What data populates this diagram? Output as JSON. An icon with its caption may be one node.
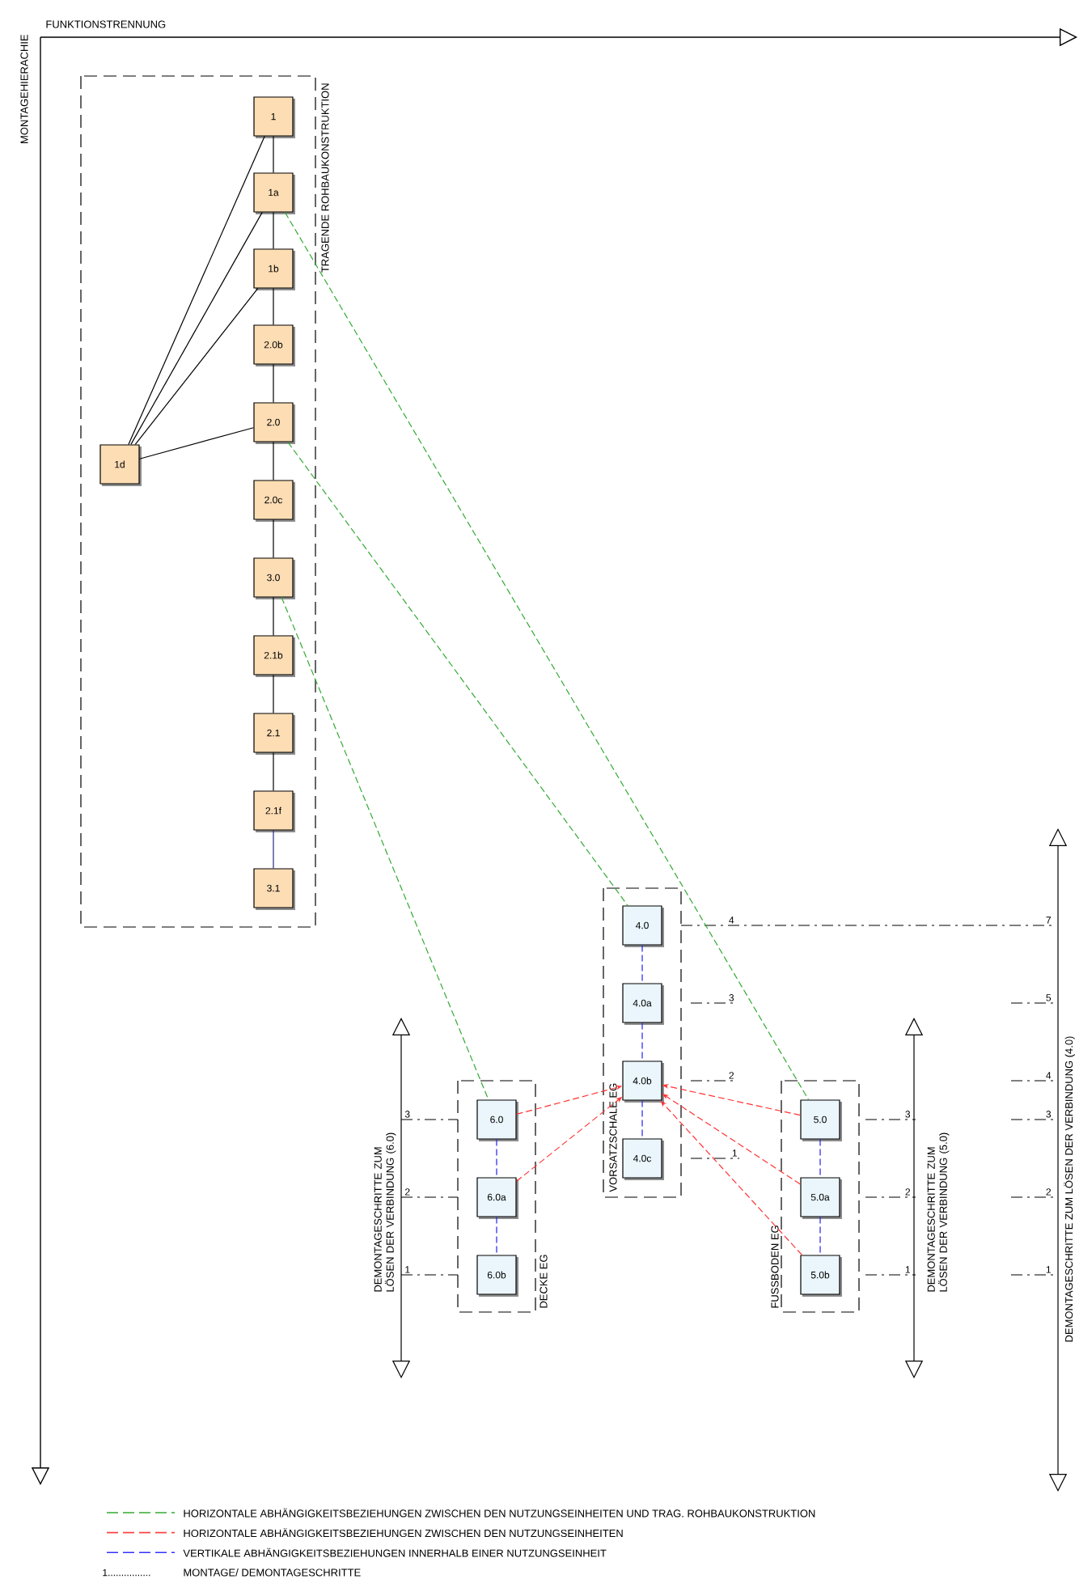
{
  "diagram": {
    "nodes": [
      {
        "text": [
          "TRAGENDE ROHBAUKONSTRUKTION"
        ]
      },
      {
        "text": [
          "1"
        ],
        "in": 0
      },
      {
        "text": [
          "1a"
        ],
        "in": 0
      },
      {
        "text": [
          "1b"
        ],
        "in": 0
      },
      {
        "text": [
          "2.0b"
        ],
        "in": 0
      },
      {
        "text": [
          "2.0"
        ],
        "in": 0
      },
      {
        "text": [
          "2.0c"
        ],
        "in": 0
      },
      {
        "text": [
          "3.0"
        ],
        "in": 0
      },
      {
        "text": [
          "2.1b"
        ],
        "in": 0
      },
      {
        "text": [
          "2.1"
        ],
        "in": 0
      },
      {
        "text": [
          "2.1f"
        ],
        "in": 0
      },
      {
        "text": [
          "3.1"
        ],
        "in": 0
      },
      {
        "text": [
          "1d"
        ],
        "in": 0
      },
      {
        "text": [
          "VORSATZSCHALE EG"
        ]
      },
      {
        "text": [
          "4.0"
        ],
        "in": 13
      },
      {
        "text": [
          "4.0a"
        ],
        "in": 13
      },
      {
        "text": [
          "4.0b"
        ],
        "in": 13
      },
      {
        "text": [
          "4.0c"
        ],
        "in": 13
      },
      {
        "text": [
          "DECKE EG"
        ]
      },
      {
        "text": [
          "6.0"
        ],
        "in": 18
      },
      {
        "text": [
          "6.0a"
        ],
        "in": 18
      },
      {
        "text": [
          "6.0b"
        ],
        "in": 18
      },
      {
        "text": [
          "FUSSBODEN EG"
        ]
      },
      {
        "text": [
          "5.0"
        ],
        "in": 22
      },
      {
        "text": [
          "5.0a"
        ],
        "in": 22
      },
      {
        "text": [
          "5.0b"
        ],
        "in": 22
      }
    ],
    "edges": [
      {
        "from": 1,
        "to": 2,
        "arrow": "none"
      },
      {
        "from": 2,
        "to": 3,
        "arrow": "none"
      },
      {
        "from": 3,
        "to": 4,
        "arrow": "none"
      },
      {
        "from": 4,
        "to": 5,
        "arrow": "none"
      },
      {
        "from": 5,
        "to": 6,
        "arrow": "none"
      },
      {
        "from": 6,
        "to": 7,
        "arrow": "none"
      },
      {
        "from": 7,
        "to": 8,
        "arrow": "none"
      },
      {
        "from": 8,
        "to": 9,
        "arrow": "none"
      },
      {
        "from": 9,
        "to": 10,
        "arrow": "none"
      },
      {
        "from": 10,
        "to": 11,
        "arrow": "none",
        "color": "#2a2a80"
      },
      {
        "from": 12,
        "to": 1,
        "arrow": "none"
      },
      {
        "from": 12,
        "to": 2,
        "arrow": "none"
      },
      {
        "from": 12,
        "to": 3,
        "arrow": "none"
      },
      {
        "from": 12,
        "to": 5,
        "arrow": "none"
      },
      {
        "from": 2,
        "to": 23,
        "arrow": "none",
        "style": "dashed",
        "color": "#33aa33"
      },
      {
        "from": 5,
        "to": 14,
        "arrow": "none",
        "style": "dashed",
        "color": "#33aa33"
      },
      {
        "from": 7,
        "to": 19,
        "arrow": "none",
        "style": "dashed",
        "color": "#33aa33"
      },
      {
        "from": 19,
        "to": 16,
        "arrow": "to",
        "style": "dashed",
        "color": "#ff3333"
      },
      {
        "from": 20,
        "to": 16,
        "arrow": "to",
        "style": "dashed",
        "color": "#ff3333"
      },
      {
        "from": 23,
        "to": 16,
        "arrow": "to",
        "style": "dashed",
        "color": "#ff3333"
      },
      {
        "from": 24,
        "to": 16,
        "arrow": "to",
        "style": "dashed",
        "color": "#ff3333"
      },
      {
        "from": 25,
        "to": 16,
        "arrow": "to",
        "style": "dashed",
        "color": "#ff3333"
      },
      {
        "from": 14,
        "to": 15,
        "arrow": "none",
        "style": "dashed",
        "color": "#2222ee"
      },
      {
        "from": 15,
        "to": 16,
        "arrow": "none",
        "style": "dashed",
        "color": "#2222ee"
      },
      {
        "from": 16,
        "to": 17,
        "arrow": "none",
        "style": "dashed",
        "color": "#2222ee"
      },
      {
        "from": 19,
        "to": 20,
        "arrow": "none",
        "style": "dashed",
        "color": "#2222ee"
      },
      {
        "from": 20,
        "to": 21,
        "arrow": "none",
        "style": "dashed",
        "color": "#2222ee"
      },
      {
        "from": 23,
        "to": 24,
        "arrow": "none",
        "style": "dashed",
        "color": "#2222ee"
      },
      {
        "from": 24,
        "to": 25,
        "arrow": "none",
        "style": "dashed",
        "color": "#2222ee"
      }
    ],
    "labels": [
      "FUNKTIONSTRENNUNG",
      "MONTAGEHIERACHIE",
      "DEMONTAGESCHRITTE ZUM LÖSEN DER VERBINDUNG (6.0)",
      "3",
      "2",
      "1",
      "4",
      "3",
      "2",
      "1",
      "DEMONTAGESCHRITTE ZUM LÖSEN DER VERBINDUNG (5.0)",
      "3",
      "2",
      "1",
      "DEMONTAGESCHRITTE ZUM LÖSEN DER VERBINDUNG (4.0)",
      "7",
      "5",
      "4",
      "3",
      "2",
      "1",
      "1................"
    ],
    "legend": [
      {
        "text": "HORIZONTALE ABHÄNGIGKEITSBEZIEHUNGEN ZWISCHEN DEN NUTZUNGSEINHEITEN UND TRAG. ROHBAUKONSTRUKTION"
      },
      {
        "text": "HORIZONTALE ABHÄNGIGKEITSBEZIEHUNGEN ZWISCHEN DEN NUTZUNGSEINHEITEN"
      },
      {
        "text": "VERTIKALE ABHÄNGIGKEITSBEZIEHUNGEN INNERHALB EINER NUTZUNGSEINHEIT"
      },
      {
        "text": "MONTAGE/ DEMONTAGESCHRITTE"
      }
    ]
  }
}
